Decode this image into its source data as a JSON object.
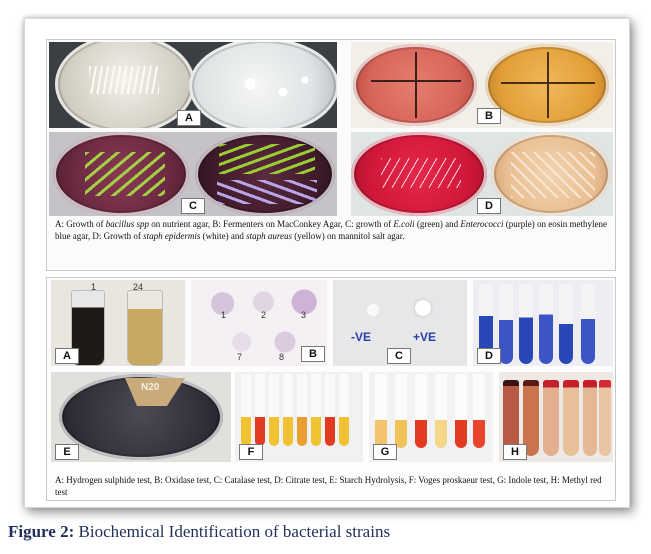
{
  "figure": {
    "number_label": "Figure 2:",
    "title": "Biochemical Identification of bacterial strains"
  },
  "top_panel": {
    "labels": [
      "A",
      "B",
      "C",
      "D"
    ],
    "caption_parts": [
      {
        "t": "A: Growth of ",
        "i": false
      },
      {
        "t": "bacillus spp",
        "i": true
      },
      {
        "t": " on nutrient agar, B: Fermenters on MacConkey Agar, C: growth of ",
        "i": false
      },
      {
        "t": "E.coli",
        "i": true
      },
      {
        "t": " (green) and ",
        "i": false
      },
      {
        "t": "Enterococci",
        "i": true
      },
      {
        "t": " (purple) on eosin methylene blue agar, D: Growth of ",
        "i": false
      },
      {
        "t": "staph epidermis",
        "i": true
      },
      {
        "t": " (white) and ",
        "i": false
      },
      {
        "t": "staph aureus",
        "i": true
      },
      {
        "t": " (yellow) on mannitol salt agar.",
        "i": false
      }
    ]
  },
  "bottom_panel": {
    "labels": [
      "A",
      "B",
      "C",
      "D",
      "E",
      "F",
      "G",
      "H"
    ],
    "caption": "A: Hydrogen sulphide test, B: Oxidase test, C: Catalase test, D: Citrate test, E: Starch Hydrolysis,  F: Voges proskaeur test, G: Indole test, H: Methyl red  test",
    "photo_text": {
      "tube_a_left": "1",
      "tube_a_right": "24",
      "oxidase_numbers": [
        "1",
        "2",
        "3",
        "7",
        "8"
      ],
      "catalase_marks": [
        "-VE",
        "+VE"
      ],
      "starch_marks": [
        "N20"
      ]
    }
  },
  "colors": {
    "figure_label": "#1f2f5a",
    "macconkey_pink": "#d9655a",
    "mannitol_yellow": "#e3a03a",
    "emb_purple": "#5a1f3b",
    "emb_green": "#9acd32",
    "blood_red": "#d2183a",
    "citrate_blue": "#2a47b8",
    "vp_red": "#e33b22",
    "indole_yellow": "#f1c232"
  }
}
